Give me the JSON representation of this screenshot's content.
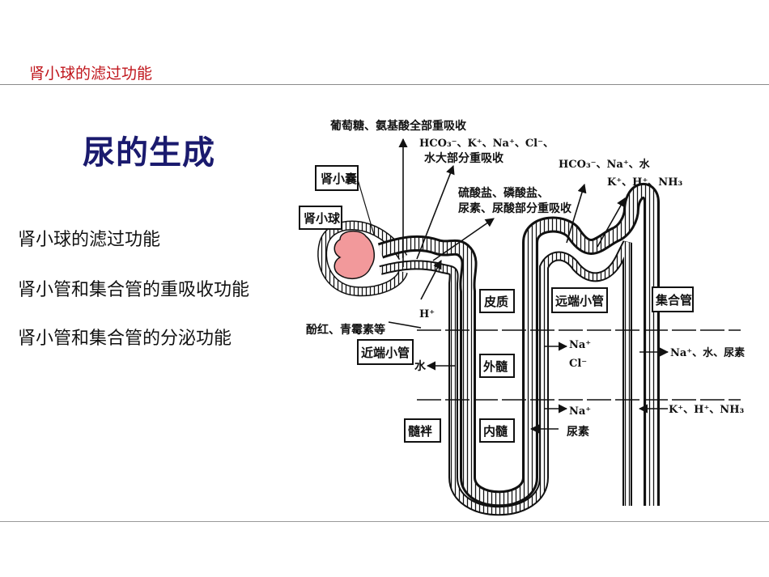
{
  "header": {
    "title": "肾小球的滤过功能"
  },
  "main": {
    "title": "尿的生成",
    "bullets": [
      "肾小球的滤过功能",
      "肾小管和集合管的重吸收功能",
      "肾小管和集合管的分泌功能"
    ]
  },
  "diagram": {
    "labels": {
      "capsule": "肾小囊",
      "glomerulus": "肾小球",
      "proximal": "近端小管",
      "distal": "远端小管",
      "collecting": "集合管",
      "cortex": "皮质",
      "outer_medulla": "外髓",
      "inner_medulla": "内髓",
      "loop": "髓袢"
    },
    "annotations": {
      "glucose": "葡萄糖、氨基酸全部重吸收",
      "ions_line1": "HCO₃⁻、K⁺、Na⁺、Cl⁻、",
      "ions_line2": "水大部分重吸收",
      "sulfate_line1": "硫酸盐、磷酸盐、",
      "sulfate_line2": "尿素、尿酸部分重吸收",
      "distal_top_line1": "HCO₃⁻、Na⁺、水",
      "distal_top_line2": "K⁺、H⁺、NH₃",
      "h_plus": "H⁺",
      "phenol": "酚红、青霉素等",
      "water": "水",
      "nacl_na": "Na⁺",
      "nacl_cl": "Cl⁻",
      "na_inner": "Na⁺",
      "urea": "尿素",
      "collecting_out": "Na⁺、水、尿素",
      "collecting_in": "K⁺、H⁺、NH₃"
    }
  }
}
